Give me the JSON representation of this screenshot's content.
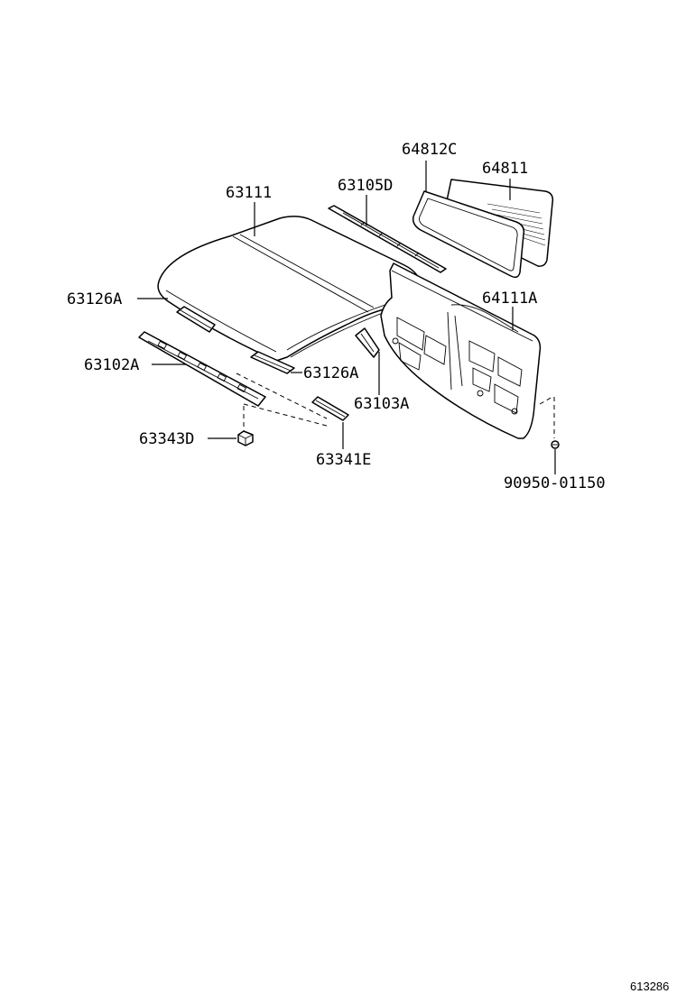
{
  "labels": {
    "p64812C": "64812C",
    "p64811": "64811",
    "p63111": "63111",
    "p63105D": "63105D",
    "p63126A_left": "63126A",
    "p64111A": "64111A",
    "p63102A": "63102A",
    "p63126A_right": "63126A",
    "p63103A": "63103A",
    "p63343D": "63343D",
    "p63341E": "63341E",
    "p90950": "90950-01150"
  },
  "figure_number": "613286"
}
